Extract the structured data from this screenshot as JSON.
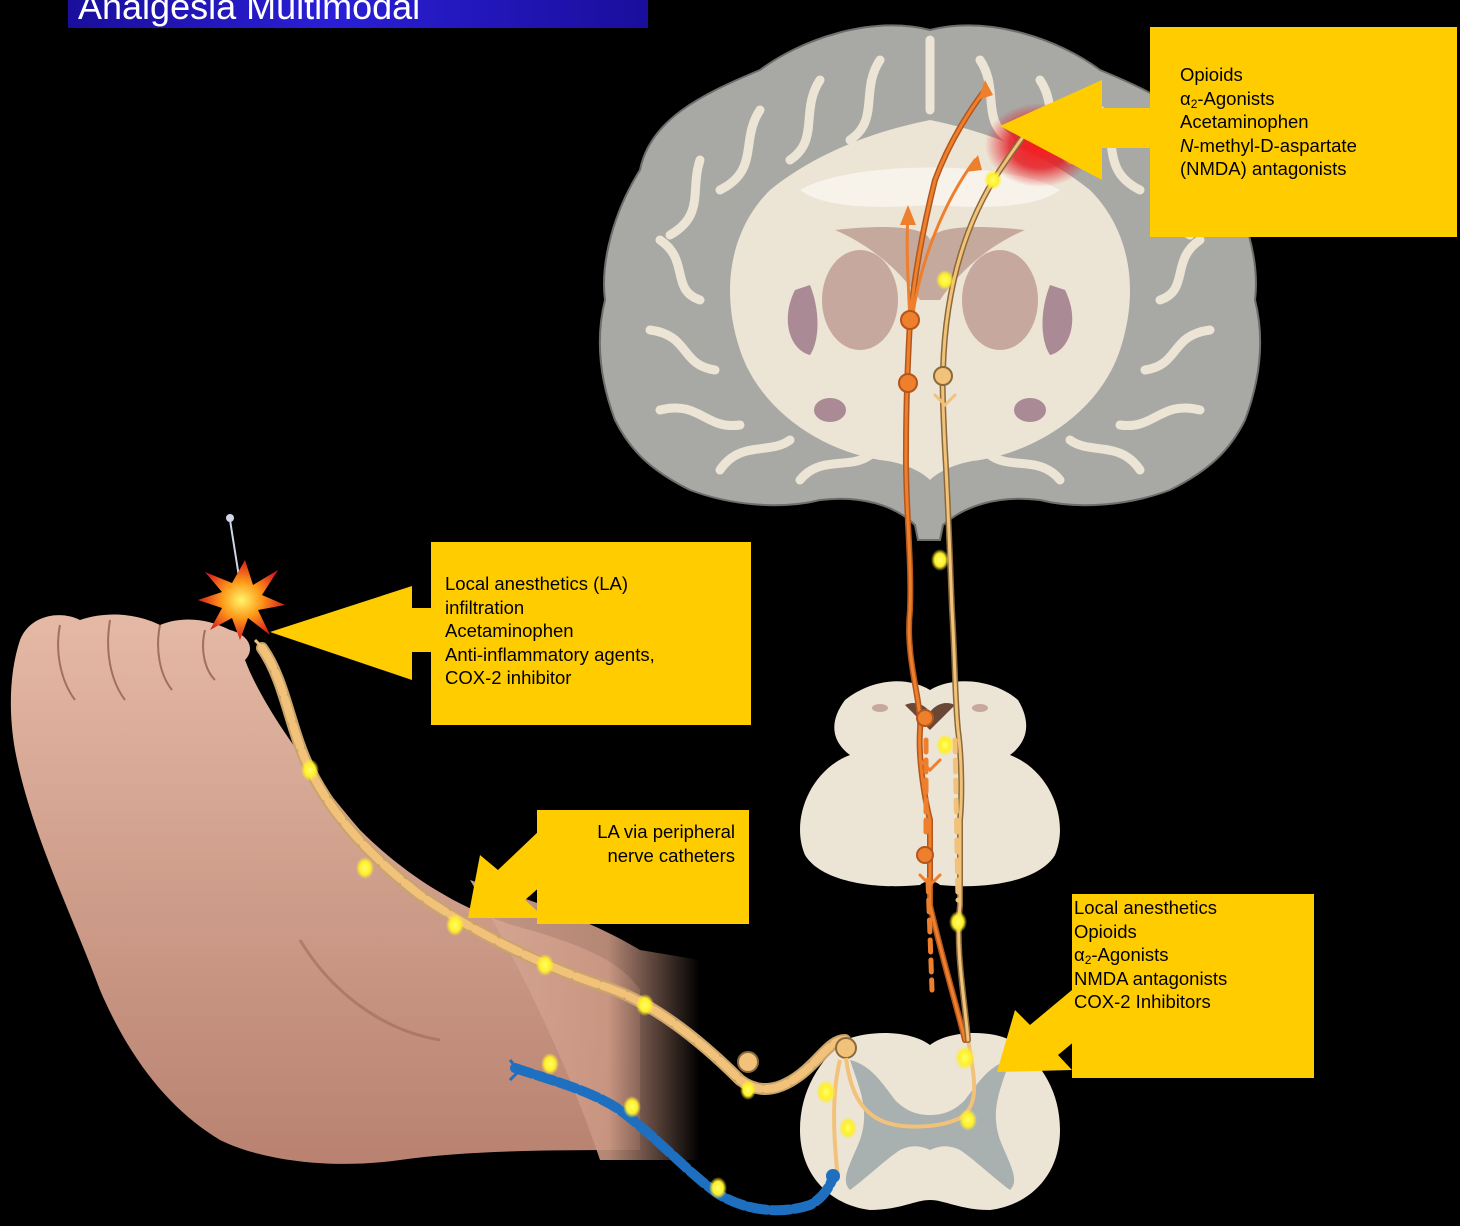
{
  "title": "Analgesia Multimodal",
  "colors": {
    "background": "#000000",
    "title_bar": "#2a1fd6",
    "label_box": "#ffcc00",
    "pain_path": "#ee7f2d",
    "modulation_path": "#f2c27b",
    "motor_nerve": "#1f6fc0",
    "drug_site": "#ffef2a",
    "brain_gray": "#a8a8a5",
    "brain_white": "#ece4d4"
  },
  "labels": {
    "brain": {
      "line1": "Opioids",
      "line2_symbol": "α",
      "line2_sub": "2",
      "line2_rest": "-Agonists",
      "line3": "Acetaminophen",
      "line4_italic": "N",
      "line4_mid": "-methyl-",
      "line4_smallcaps": "D",
      "line4_end": "-aspartate",
      "line5": "(NMDA) antagonists"
    },
    "peripheral": {
      "line1": "Local anesthetics (LA)",
      "line2": "infiltration",
      "line3": "Acetaminophen",
      "line4": "Anti-inflammatory agents,",
      "line5": "COX-2 inhibitor"
    },
    "nerve_catheter": {
      "line1": "LA via peripheral",
      "line2": "nerve catheters"
    },
    "spinal": {
      "line1": "Local anesthetics",
      "line2": "Opioids",
      "line3_symbol": "α",
      "line3_sub": "2",
      "line3_rest": "-Agonists",
      "line4": "NMDA antagonists",
      "line5": "COX-2 Inhibitors"
    }
  }
}
